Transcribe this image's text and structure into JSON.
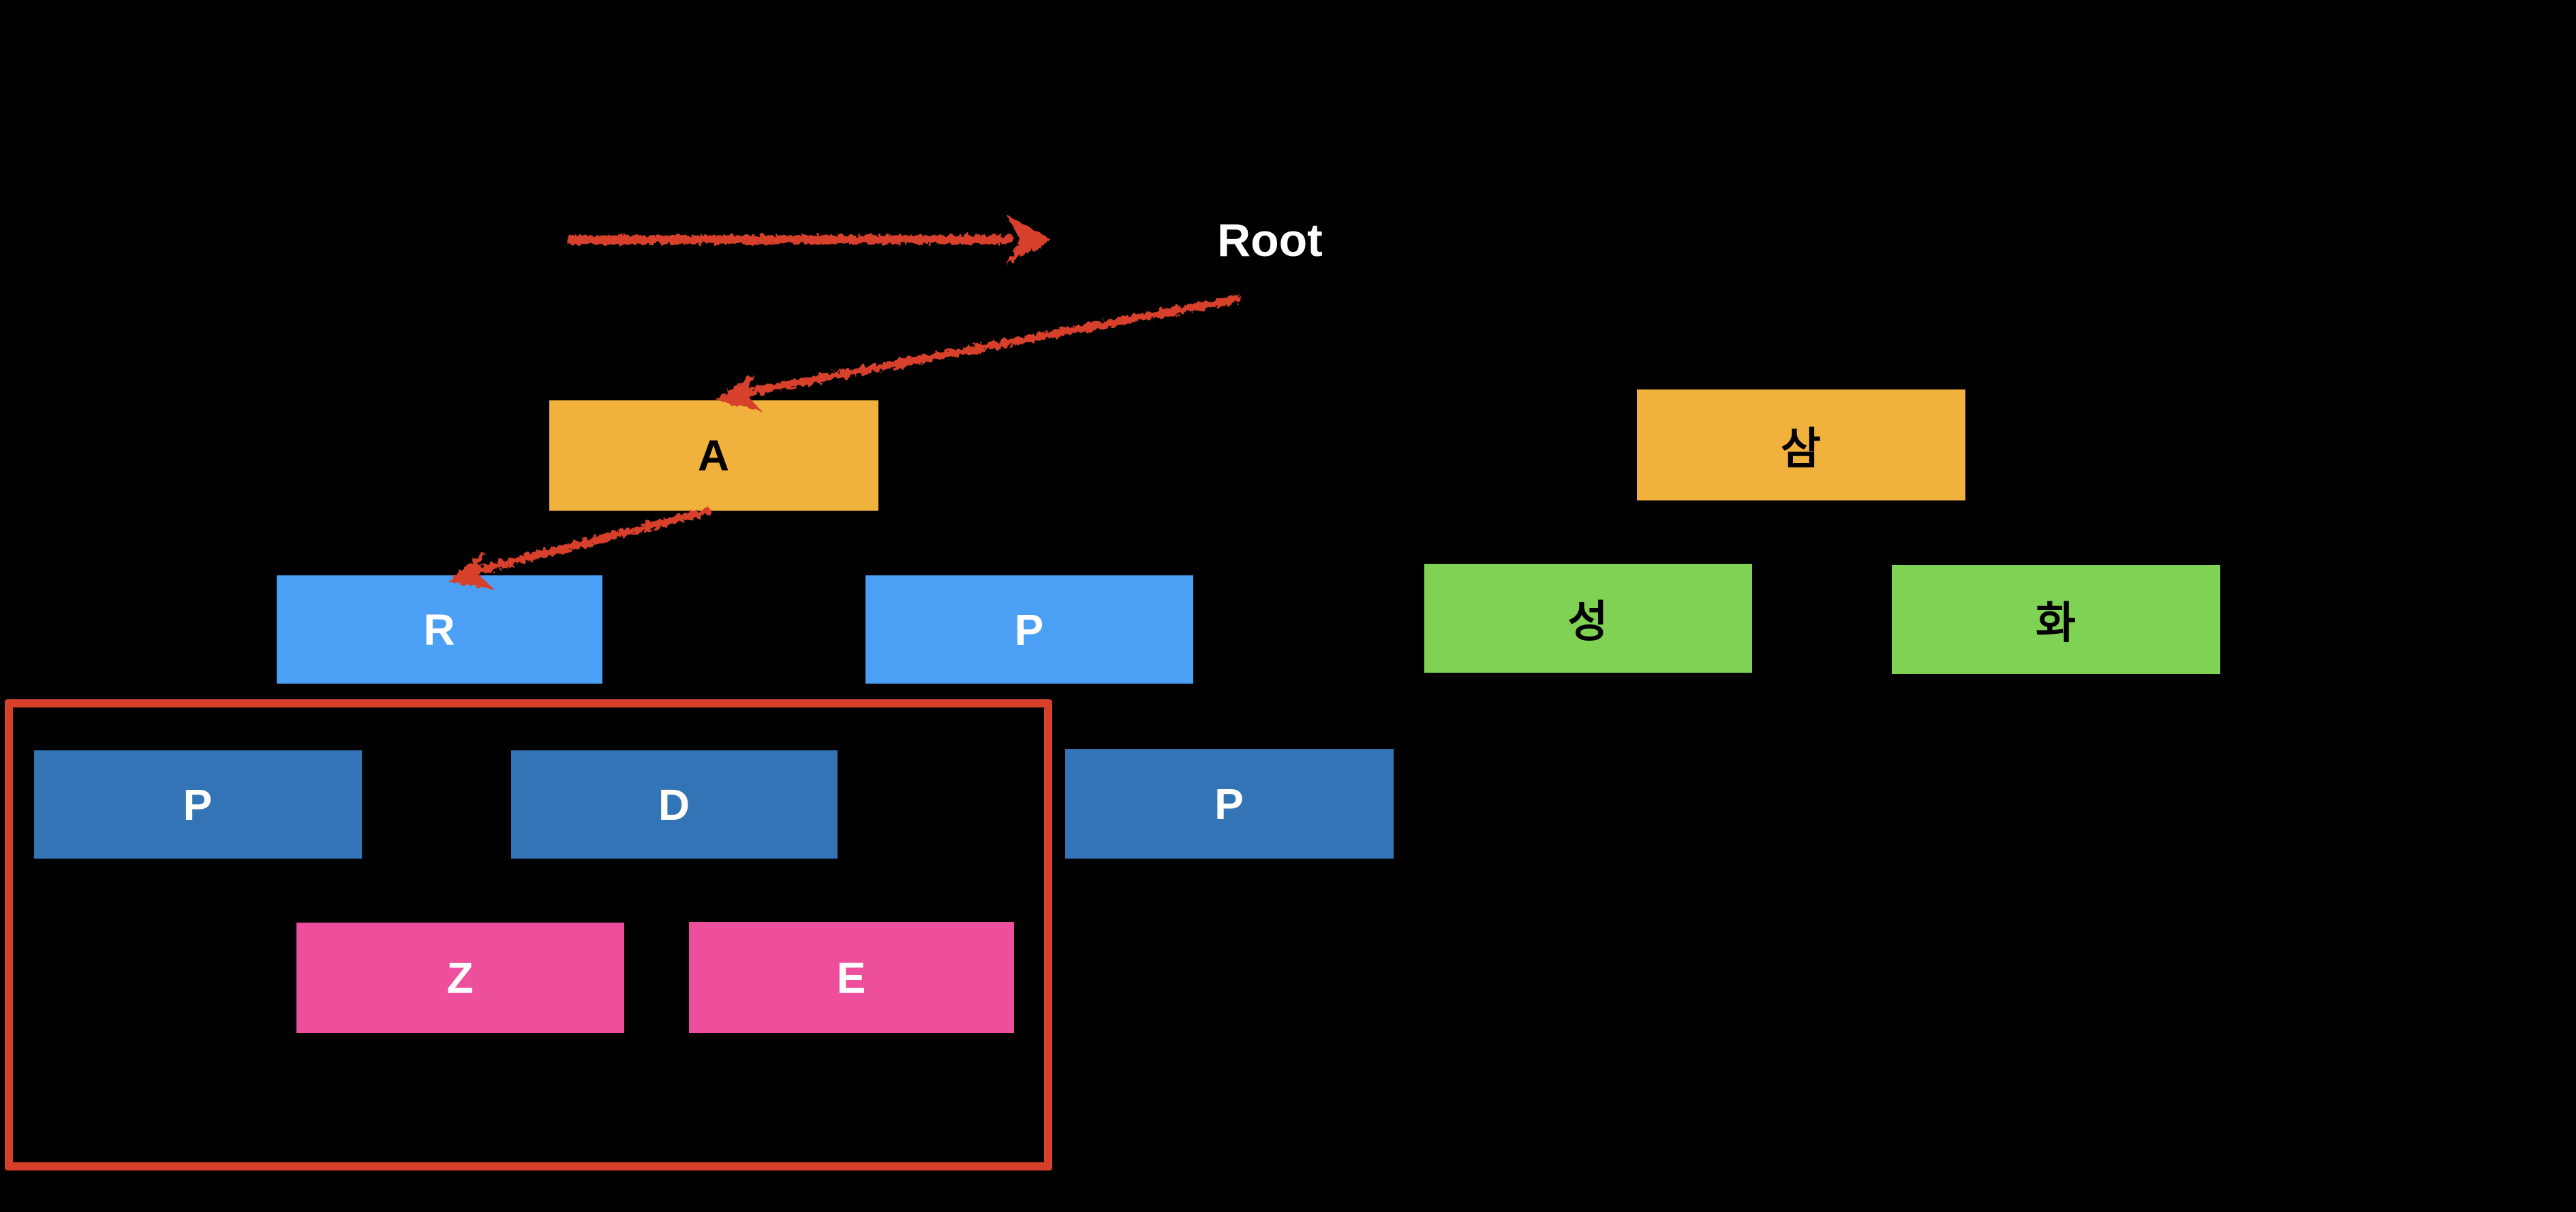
{
  "colors": {
    "background": "#000000",
    "orange": "#F0B13D",
    "light_blue": "#4BA0F6",
    "dark_blue": "#3274B5",
    "green": "#80D254",
    "pink": "#EE4F9D",
    "red": "#D7402B",
    "text_dark": "#000000",
    "text_light": "#FFFFFF"
  },
  "annotations": {
    "root_label": "Root"
  },
  "left_tree": {
    "level1": [
      {
        "label": "A",
        "color": "orange",
        "text": "dark"
      }
    ],
    "level2": [
      {
        "label": "R",
        "color": "light_blue",
        "text": "light"
      },
      {
        "label": "P",
        "color": "light_blue",
        "text": "light"
      }
    ],
    "level3": [
      {
        "label": "P",
        "color": "dark_blue",
        "text": "light"
      },
      {
        "label": "D",
        "color": "dark_blue",
        "text": "light"
      },
      {
        "label": "P",
        "color": "dark_blue",
        "text": "light"
      }
    ],
    "level4": [
      {
        "label": "Z",
        "color": "pink",
        "text": "light"
      },
      {
        "label": "E",
        "color": "pink",
        "text": "light"
      }
    ]
  },
  "right_tree": {
    "level1": [
      {
        "label": "삼",
        "color": "orange",
        "text": "dark"
      }
    ],
    "level2": [
      {
        "label": "성",
        "color": "green",
        "text": "dark"
      },
      {
        "label": "화",
        "color": "green",
        "text": "dark"
      }
    ]
  }
}
